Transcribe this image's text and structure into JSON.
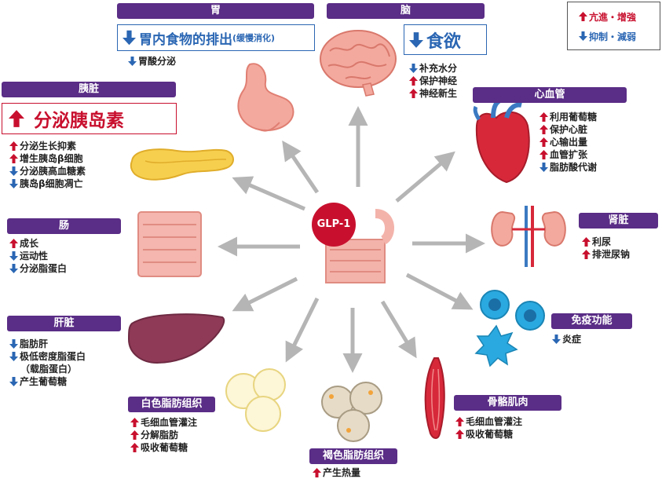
{
  "center": "GLP-1",
  "legend": {
    "up": "亢進・增強",
    "down": "抑制・減弱"
  },
  "stomach": {
    "title": "胃",
    "main_text": "胃内食物的排出",
    "main_sub": "(缓慢消化)",
    "effects": [
      {
        "dir": "down",
        "text": "胃酸分泌"
      }
    ]
  },
  "brain": {
    "title": "脑",
    "main_text": "食欲",
    "effects": [
      {
        "dir": "down",
        "text": "补充水分"
      },
      {
        "dir": "up",
        "text": "保护神经"
      },
      {
        "dir": "up",
        "text": "神经新生"
      }
    ]
  },
  "pancreas": {
    "title": "胰脏",
    "main_text": "分泌胰岛素",
    "effects": [
      {
        "dir": "up",
        "text": "分泌生长抑素"
      },
      {
        "dir": "up",
        "text": "增生胰岛β细胞"
      },
      {
        "dir": "down",
        "text": "分泌胰高血糖素"
      },
      {
        "dir": "down",
        "text": "胰岛β细胞凋亡"
      }
    ]
  },
  "cardio": {
    "title": "心血管",
    "effects": [
      {
        "dir": "up",
        "text": "利用葡萄糖"
      },
      {
        "dir": "up",
        "text": "保护心脏"
      },
      {
        "dir": "up",
        "text": "心输出量"
      },
      {
        "dir": "up",
        "text": "血管扩张"
      },
      {
        "dir": "down",
        "text": "脂肪酸代谢"
      }
    ]
  },
  "kidney": {
    "title": "肾脏",
    "effects": [
      {
        "dir": "up",
        "text": "利尿"
      },
      {
        "dir": "up",
        "text": "排泄尿钠"
      }
    ]
  },
  "intestine": {
    "title": "肠",
    "effects": [
      {
        "dir": "up",
        "text": "成长"
      },
      {
        "dir": "down",
        "text": "运动性"
      },
      {
        "dir": "down",
        "text": "分泌脂蛋白"
      }
    ]
  },
  "liver": {
    "title": "肝脏",
    "effects": [
      {
        "dir": "down",
        "text": "脂肪肝"
      },
      {
        "dir": "down",
        "text": "极低密度脂蛋白"
      },
      {
        "dir": "none",
        "text": "（载脂蛋白）"
      },
      {
        "dir": "down",
        "text": "产生葡萄糖"
      }
    ]
  },
  "immune": {
    "title": "免疫功能",
    "effects": [
      {
        "dir": "down",
        "text": "炎症"
      }
    ]
  },
  "white_fat": {
    "title": "白色脂肪组织",
    "effects": [
      {
        "dir": "up",
        "text": "毛细血管灌注"
      },
      {
        "dir": "up",
        "text": "分解脂肪"
      },
      {
        "dir": "up",
        "text": "吸收葡萄糖"
      }
    ]
  },
  "brown_fat": {
    "title": "褐色脂肪组织",
    "effects": [
      {
        "dir": "up",
        "text": "产生热量"
      }
    ]
  },
  "muscle": {
    "title": "骨骼肌肉",
    "effects": [
      {
        "dir": "up",
        "text": "毛细血管灌注"
      },
      {
        "dir": "up",
        "text": "吸收葡萄糖"
      }
    ]
  },
  "colors": {
    "up": "#c8102e",
    "down": "#2a66b3",
    "header": "#5a2d86"
  }
}
